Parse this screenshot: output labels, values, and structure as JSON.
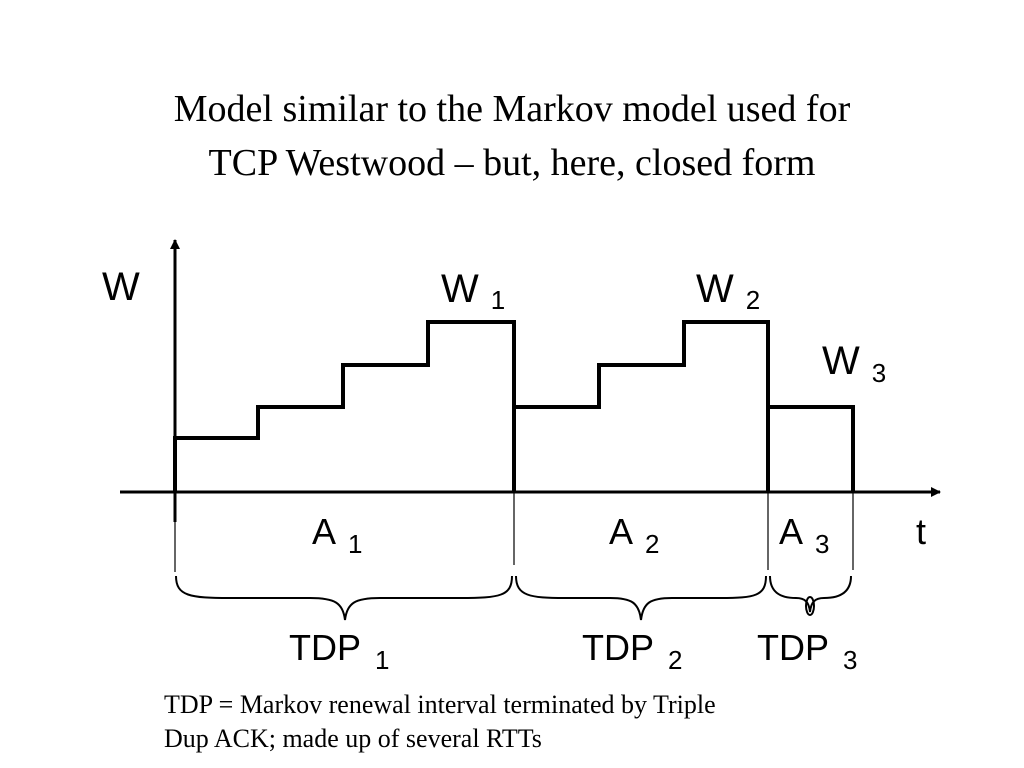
{
  "slide": {
    "title_lines": [
      "Model similar to the Markov model used for",
      "TCP Westwood – but, here, closed form"
    ],
    "note_lines": [
      "TDP = Markov renewal interval terminated by Triple",
      "Dup ACK; made up of several RTTs"
    ]
  },
  "diagram": {
    "y_axis_label": "W",
    "x_axis_label": "t",
    "peaks": [
      {
        "main": "W",
        "sub": "1"
      },
      {
        "main": "W",
        "sub": "2"
      },
      {
        "main": "W",
        "sub": "3"
      }
    ],
    "intervals": [
      {
        "main": "A",
        "sub": "1"
      },
      {
        "main": "A",
        "sub": "2"
      },
      {
        "main": "A",
        "sub": "3"
      }
    ],
    "periods": [
      {
        "main": "TDP",
        "sub": "1"
      },
      {
        "main": "TDP",
        "sub": "2"
      },
      {
        "main": "TDP",
        "sub": "3"
      }
    ]
  }
}
